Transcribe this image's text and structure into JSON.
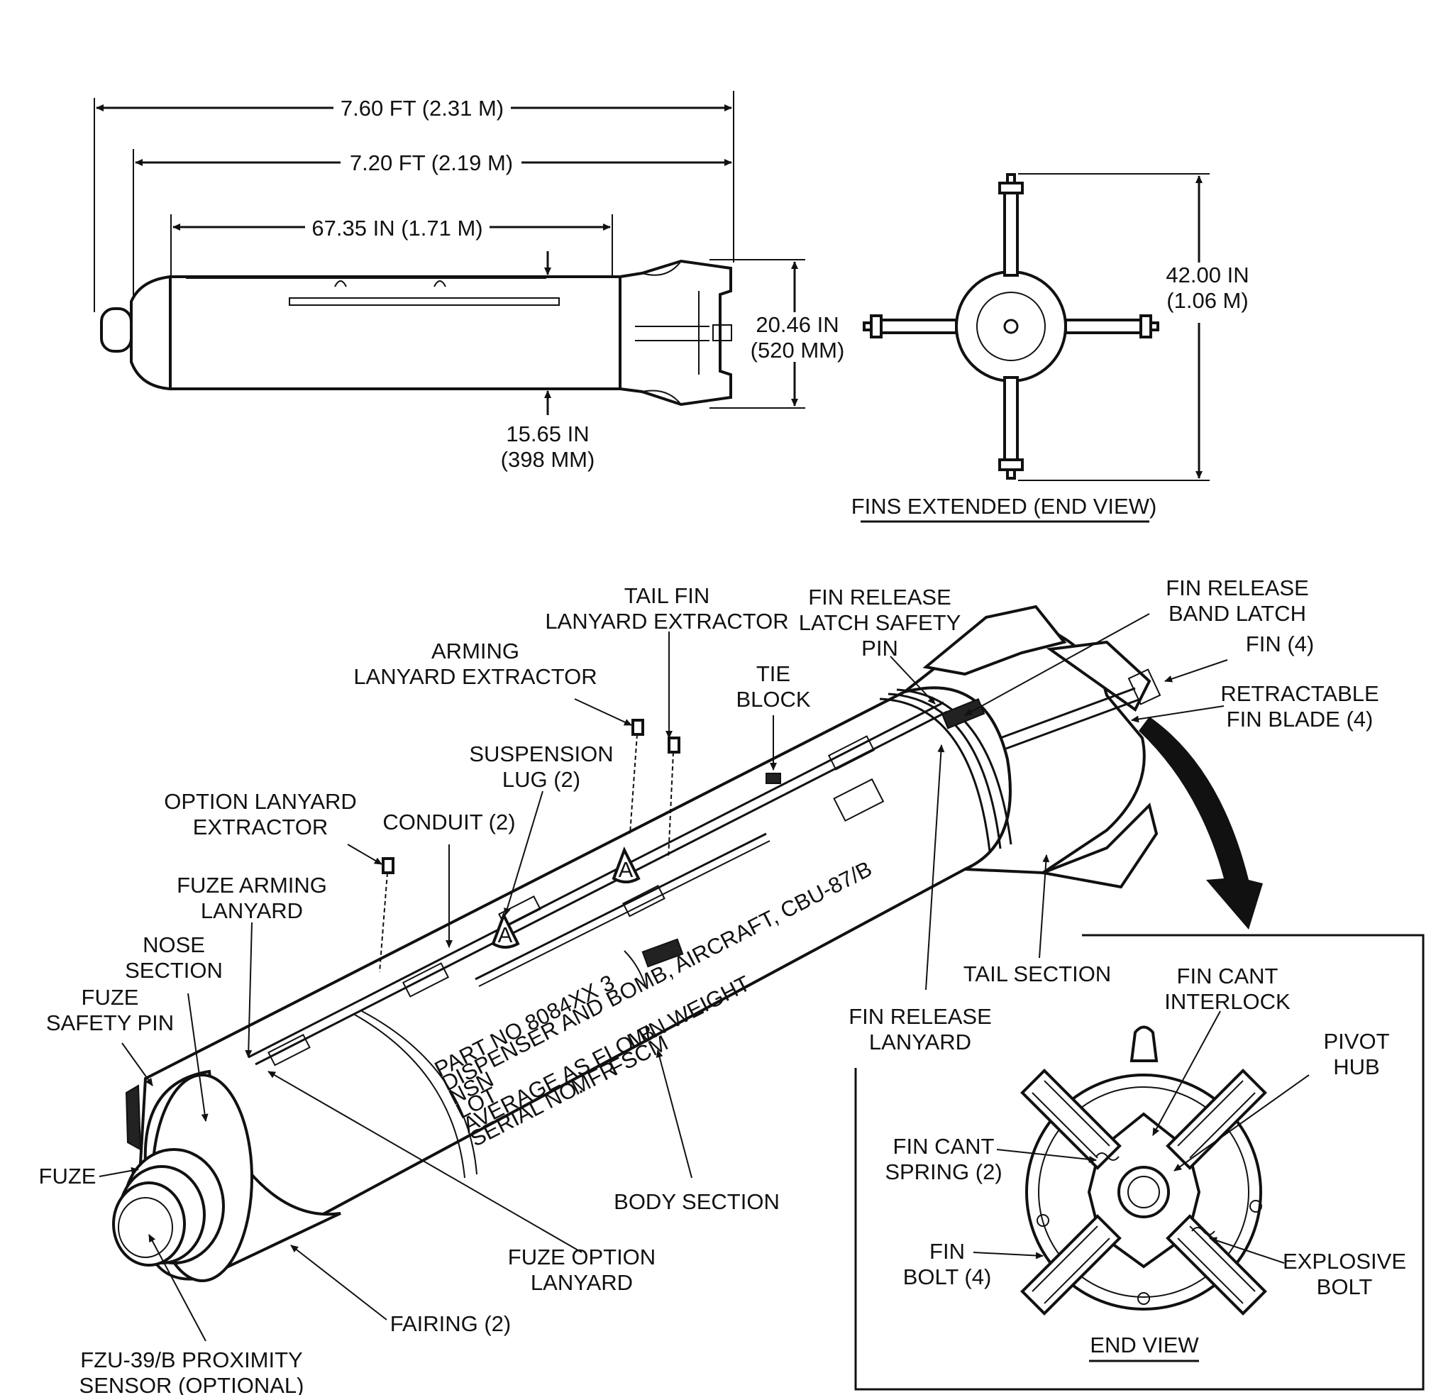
{
  "side_view": {
    "dim_overall": "7.60 FT (2.31 M)",
    "dim_body": "7.20 FT (2.19 M)",
    "dim_center": "67.35 IN (1.71 M)",
    "dim_height_1": "20.46 IN",
    "dim_height_2": "(520 MM)",
    "dim_dia_1": "15.65 IN",
    "dim_dia_2": "(398 MM)"
  },
  "end_view_top": {
    "dim_span_1": "42.00 IN",
    "dim_span_2": "(1.06 M)",
    "caption": "FINS EXTENDED (END VIEW)"
  },
  "callouts": {
    "tail_fin_1": "TAIL FIN",
    "tail_fin_2": "LANYARD EXTRACTOR",
    "fin_release_latch_1": "FIN RELEASE",
    "fin_release_latch_2": "LATCH SAFETY",
    "fin_release_latch_3": "PIN",
    "band_latch_1": "FIN RELEASE",
    "band_latch_2": "BAND LATCH",
    "fin4": "FIN (4)",
    "retract_1": "RETRACTABLE",
    "retract_2": "FIN BLADE (4)",
    "arming_1": "ARMING",
    "arming_2": "LANYARD EXTRACTOR",
    "tie_1": "TIE",
    "tie_2": "BLOCK",
    "susp_1": "SUSPENSION",
    "susp_2": "LUG (2)",
    "option_1": "OPTION LANYARD",
    "option_2": "EXTRACTOR",
    "conduit": "CONDUIT (2)",
    "fuze_arming_1": "FUZE ARMING",
    "fuze_arming_2": "LANYARD",
    "nose_1": "NOSE",
    "nose_2": "SECTION",
    "fuze_safety_1": "FUZE",
    "fuze_safety_2": "SAFETY PIN",
    "fuze": "FUZE",
    "tail_section": "TAIL SECTION",
    "fin_release_lanyard_1": "FIN RELEASE",
    "fin_release_lanyard_2": "LANYARD",
    "body_section": "BODY SECTION",
    "fuze_option_1": "FUZE OPTION",
    "fuze_option_2": "LANYARD",
    "fairing": "FAIRING (2)",
    "fzu_1": "FZU-39/B PROXIMITY",
    "fzu_2": "SENSOR (OPTIONAL)"
  },
  "stencil": {
    "line1": "PART NO 8084XX 3",
    "line2": "DISPENSER AND BOMB, AIRCRAFT, CBU-87/B",
    "line3": "NSN",
    "line4": "LOT",
    "line5": "AVERAGE AS FLOWN WEIGHT",
    "line6": "SERIAL NO.",
    "tag_lb": "LB",
    "tag_mfr": "MFR",
    "tag_fscm": "FSCM"
  },
  "lug_mark": "A",
  "inset": {
    "cant_interlock_1": "FIN CANT",
    "cant_interlock_2": "INTERLOCK",
    "pivot_1": "PIVOT",
    "pivot_2": "HUB",
    "cant_spring_1": "FIN CANT",
    "cant_spring_2": "SPRING (2)",
    "fin_bolt_1": "FIN",
    "fin_bolt_2": "BOLT (4)",
    "explosive_1": "EXPLOSIVE",
    "explosive_2": "BOLT",
    "caption": "END VIEW"
  }
}
